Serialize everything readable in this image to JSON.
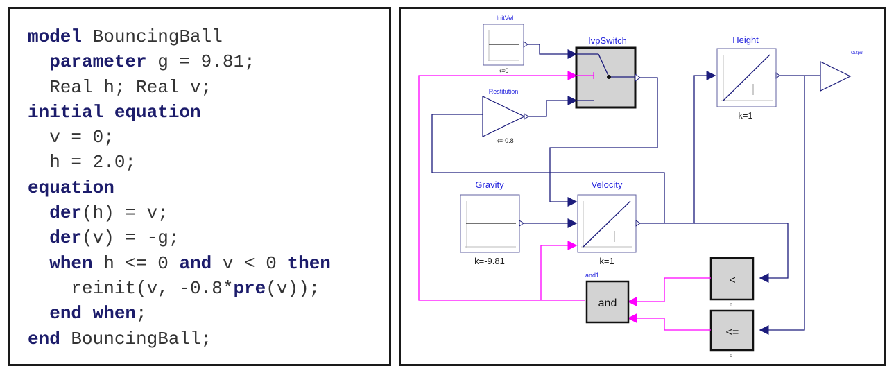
{
  "code": {
    "lines": [
      [
        {
          "t": "model",
          "k": true
        },
        {
          "t": " BouncingBall",
          "k": false
        }
      ],
      [
        {
          "t": "  ",
          "k": false
        },
        {
          "t": "parameter",
          "k": true
        },
        {
          "t": " g = 9.81;",
          "k": false
        }
      ],
      [
        {
          "t": "  Real h; Real v;",
          "k": false
        }
      ],
      [
        {
          "t": "initial equation",
          "k": true
        }
      ],
      [
        {
          "t": "  v = 0;",
          "k": false
        }
      ],
      [
        {
          "t": "  h = 2.0;",
          "k": false
        }
      ],
      [
        {
          "t": "equation",
          "k": true
        }
      ],
      [
        {
          "t": "  ",
          "k": false
        },
        {
          "t": "der",
          "k": true
        },
        {
          "t": "(h) = v;",
          "k": false
        }
      ],
      [
        {
          "t": "  ",
          "k": false
        },
        {
          "t": "der",
          "k": true
        },
        {
          "t": "(v) = -g;",
          "k": false
        }
      ],
      [
        {
          "t": "  ",
          "k": false
        },
        {
          "t": "when",
          "k": true
        },
        {
          "t": " h <= 0 ",
          "k": false
        },
        {
          "t": "and",
          "k": true
        },
        {
          "t": " v < 0 ",
          "k": false
        },
        {
          "t": "then",
          "k": true
        }
      ],
      [
        {
          "t": "    reinit(v, -0.8*",
          "k": false
        },
        {
          "t": "pre",
          "k": true
        },
        {
          "t": "(v));",
          "k": false
        }
      ],
      [
        {
          "t": "  ",
          "k": false
        },
        {
          "t": "end when",
          "k": true
        },
        {
          "t": ";",
          "k": false
        }
      ],
      [
        {
          "t": "end",
          "k": true
        },
        {
          "t": " BouncingBall;",
          "k": false
        }
      ]
    ]
  },
  "diagram": {
    "blocks": {
      "initvel": {
        "title": "InitVel",
        "param": "k=0"
      },
      "ivpswitch": {
        "title": "IvpSwitch"
      },
      "restitution": {
        "title": "Restitution",
        "param": "k=-0.8"
      },
      "height": {
        "title": "Height",
        "param": "k=1"
      },
      "output": {
        "title": "Output"
      },
      "gravity": {
        "title": "Gravity",
        "param": "k=-9.81"
      },
      "velocity": {
        "title": "Velocity",
        "param": "k=1"
      },
      "and1": {
        "title": "and1",
        "label": "and"
      },
      "less": {
        "label": "<",
        "param": "0"
      },
      "lesseq": {
        "label": "<=",
        "param": "0"
      }
    },
    "colors": {
      "signal": "#1c1c7c",
      "boolean": "#ff00ff",
      "title": "#2020dd",
      "block_fill": "#d3d3d3"
    }
  }
}
